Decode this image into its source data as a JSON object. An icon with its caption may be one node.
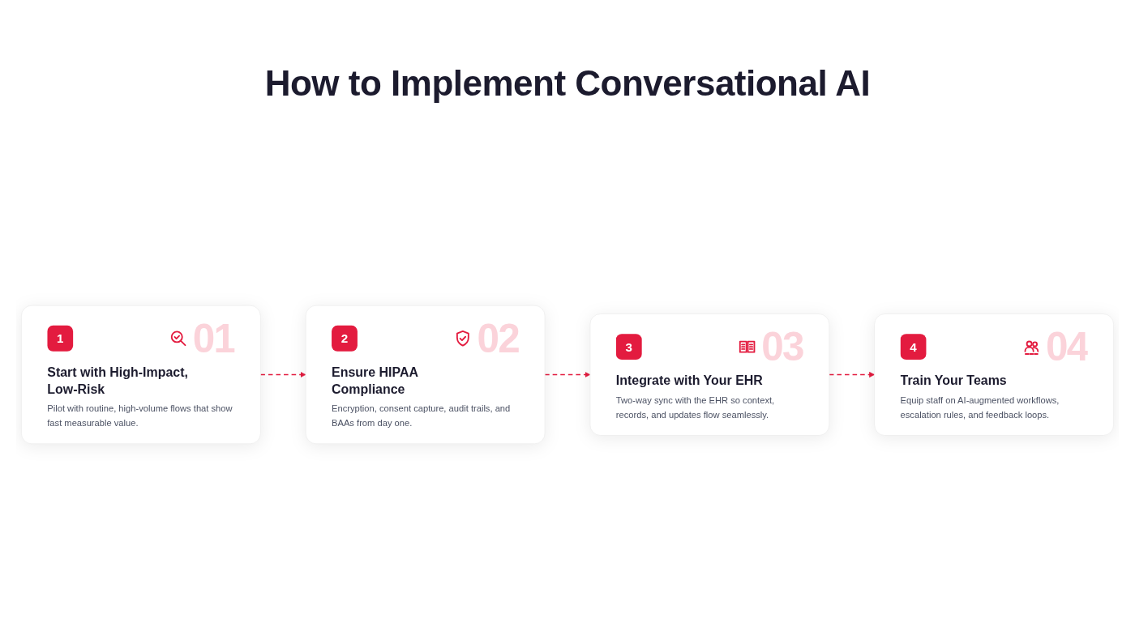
{
  "diagram": {
    "title": "How to Implement Conversational AI",
    "nodes": [
      {
        "text": [
          "1",
          "01",
          "Start with High-Impact, Low-Risk",
          "Pilot with routine, high-volume flows that show fast measurable value."
        ]
      },
      {
        "text": [
          "2",
          "02",
          "Ensure HIPAA Compliance",
          "Encryption, consent capture, audit trails, and BAAs from day one."
        ]
      },
      {
        "text": [
          "3",
          "03",
          "Integrate with Your EHR",
          "Two-way sync with the EHR so context, records, and updates flow seamlessly."
        ]
      },
      {
        "text": [
          "4",
          "04",
          "Train Your Teams",
          "Equip staff on AI-augmented workflows, escalation rules, and feedback loops."
        ]
      }
    ],
    "edges": [
      {
        "from": 0,
        "to": 1,
        "arrow": "to",
        "style": "dashed"
      },
      {
        "from": 1,
        "to": 2,
        "arrow": "to",
        "style": "dashed"
      },
      {
        "from": 2,
        "to": 3,
        "arrow": "to",
        "style": "dashed"
      }
    ]
  }
}
